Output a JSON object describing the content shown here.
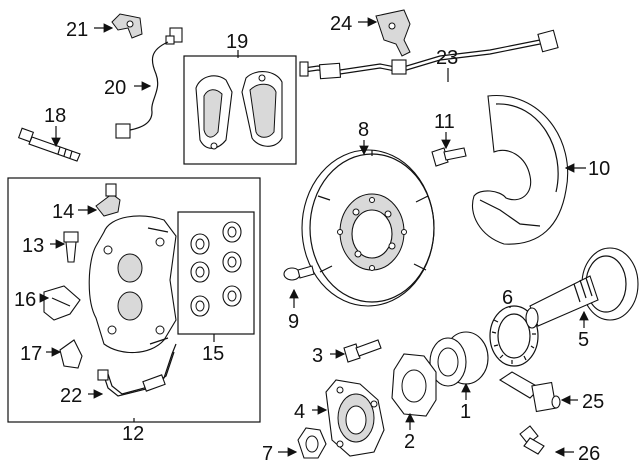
{
  "labels": {
    "p1": "1",
    "p2": "2",
    "p3": "3",
    "p4": "4",
    "p5": "5",
    "p6": "6",
    "p7": "7",
    "p8": "8",
    "p9": "9",
    "p10": "10",
    "p11": "11",
    "p12": "12",
    "p13": "13",
    "p14": "14",
    "p15": "15",
    "p16": "16",
    "p17": "17",
    "p18": "18",
    "p19": "19",
    "p20": "20",
    "p21": "21",
    "p22": "22",
    "p23": "23",
    "p24": "24",
    "p25": "25",
    "p26": "26"
  },
  "colors": {
    "line": "#111111",
    "fill": "#ffffff",
    "shade": "#d9d9d9"
  }
}
